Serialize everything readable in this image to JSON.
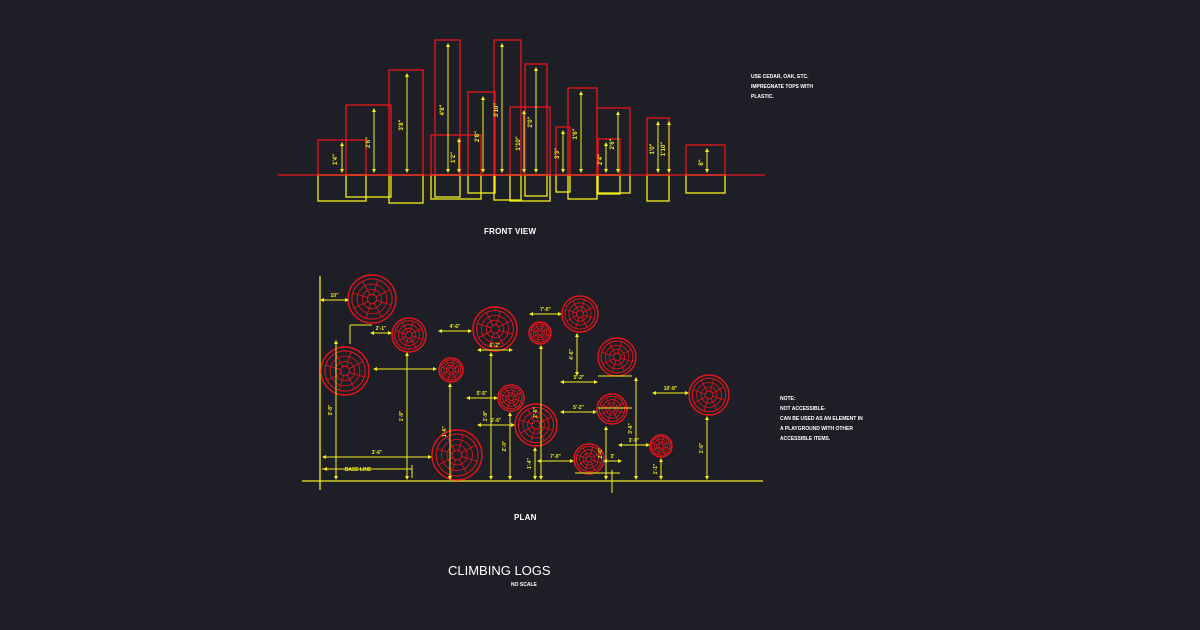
{
  "colors": {
    "background": "#1e1f26",
    "log": "#e8141c",
    "dimension": "#f3ee1d",
    "text": "#ffffff"
  },
  "front_view": {
    "title": "FRONT VIEW",
    "dim_labels": [
      "1'4\"",
      "2'6\"",
      "3'8\"",
      "4'8\"",
      "1'2\"",
      "2'8\"",
      "3'10\"",
      "2'0\"",
      "1'10\"",
      "3'3\"",
      "1'6\"",
      "2'6\"",
      "2'4\"",
      "1'0\"",
      "1'10\"",
      "8\""
    ]
  },
  "plan": {
    "title": "PLAN",
    "base_line_label": "BASE LINE",
    "dim_labels": [
      "10\"",
      "4'-2\"",
      "2'-1\"",
      "3'-6\"",
      "3'-8\"",
      "2'-6\"",
      "4'-6\"",
      "7'-0\"",
      "6'-2\"",
      "1'-9\"",
      "5'-2\"",
      "5'-2\"",
      "1'-9\"",
      "10'-8\"",
      "5'-5\"",
      "2'-2\"",
      "2'-6\"",
      "5'-6\"",
      "1'-7\"",
      "5'-2\"",
      "1'-4\"",
      "2'-0\"",
      "5'-1\"",
      "7'-0\"",
      "1'6\"",
      "3'-9\"",
      "3'-6\"",
      "1'-1\"",
      "5'-3\"",
      "2'-6\"",
      "2'-1\"",
      "3'",
      "4'-0\""
    ]
  },
  "notes": {
    "top": [
      "USE CEDAR, OAK, ETC.",
      "IMPREGNATE TOPS WITH",
      "PLASTIC."
    ],
    "right": [
      "NOTE:",
      "NOT ACCESSIBLE-",
      "CAN BE USED AS AN ELEMENT IN",
      "A PLAYGROUND WITH OTHER",
      "ACCESSIBLE ITEMS."
    ]
  },
  "title_block": {
    "title": "CLIMBING LOGS",
    "subtitle": "NO SCALE"
  }
}
